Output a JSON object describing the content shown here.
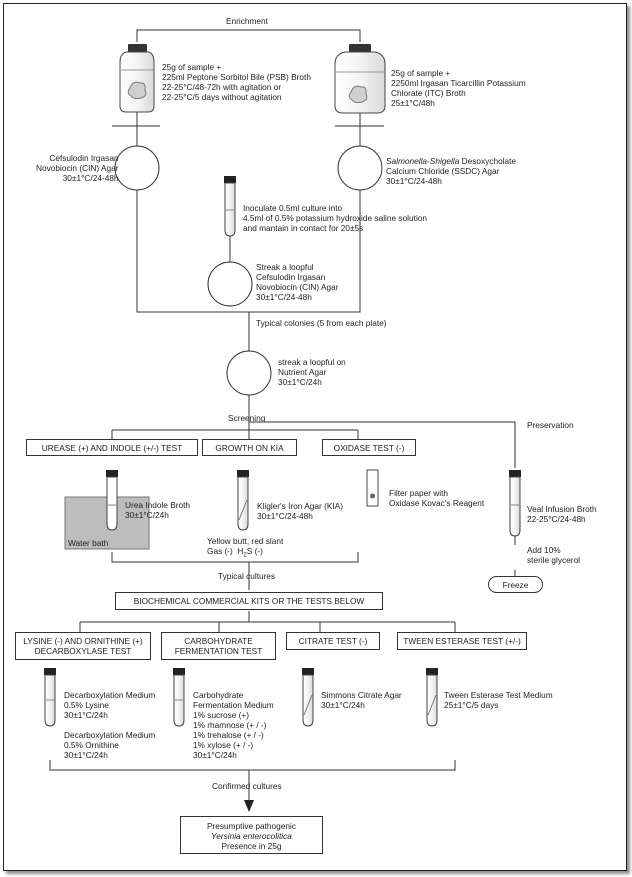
{
  "enrichment": "Enrichment",
  "psb": {
    "l1": "25g of sample +",
    "l2": "225ml Peptone Sorbitol Bile (PSB) Broth",
    "l3": "22-25°C/48-72h with agitation or",
    "l4": "22-25°C/5 days without agitation"
  },
  "itc": {
    "l1": "25g of sample +",
    "l2": "2250ml Irgasan Ticarcillin Potassium",
    "l3": "Chlorate (ITC) Broth",
    "l4": "25±1°C/48h"
  },
  "cin1": {
    "l1": "Cefsulodin Irgasan",
    "l2": "Novobiocin (CIN) Agar",
    "l3": "30±1°C/24-48h"
  },
  "ssdc": {
    "italic": "Salmonella-Shigella",
    "l1": " Desoxycholate",
    "l2": "Calcium Chloride (SSDC) Agar",
    "l3": "30±1°C/24-48h"
  },
  "koh": {
    "l1": "Inoculate 0.5ml culture into",
    "l2": "4.5ml of 0.5% potassium hydroxide saline solution",
    "l3": "and mantain in contact for 20±5s"
  },
  "cin2": {
    "l1": "Streak a loopful",
    "l2": "Cefsulodin Irgasan",
    "l3": "Novobiocin (CIN) Agar",
    "l4": "30±1°C/24-48h"
  },
  "typical_colonies": "Typical colonies (5 from each plate)",
  "nutrient": {
    "l1": "streak a loopful on",
    "l2": "Nutrient Agar",
    "l3": "30±1°C/24h"
  },
  "screening": "Screening",
  "preservation": "Preservation",
  "screen_boxes": {
    "urease": "UREASE (+)  AND  INDOLE (+/-) TEST",
    "kia": "GROWTH ON KIA",
    "oxidase": "OXIDASE TEST (-)"
  },
  "urea": {
    "l1": "Urea Indole Broth",
    "l2": "30±1°C/24h"
  },
  "water_bath": "Water bath",
  "kia": {
    "l1": "Kligler's Iron Agar (KIA)",
    "l2": "30±1°C/24-48h"
  },
  "filter": {
    "l1": "Filter paper with",
    "l2": "Oxidase Kovac's Reagent"
  },
  "kia_result": {
    "l1": "Yellow butt, red slant",
    "l2": "Gas (-)  H",
    "sub": "2",
    "l3": "S (-)"
  },
  "veal": {
    "l1": "Veal Infusion Broth",
    "l2": "22-25°C/24-48h"
  },
  "glycerol": {
    "l1": "Add 10%",
    "l2": "sterile glycerol"
  },
  "freeze": "Freeze",
  "typical_cultures": "Typical cultures",
  "biochem": "BIOCHEMICAL COMMERCIAL KITS OR THE TESTS BELOW",
  "tests": {
    "lysine_l1": "LYSINE (-) AND ORNITHINE (+)",
    "lysine_l2": "DECARBOXYLASE TEST",
    "carb_l1": "CARBOHYDRATE",
    "carb_l2": "FERMENTATION TEST",
    "citrate": "CITRATE TEST (-)",
    "tween": "TWEEN ESTERASE TEST (+/-)"
  },
  "decarb": {
    "l1": "Decarboxylation Medium",
    "l2": "0.5% Lysine",
    "l3": "30±1°C/24h",
    "l4": "Decarboxylation Medium",
    "l5": "0.5% Ornithine",
    "l6": "30±1°C/24h"
  },
  "carb": {
    "l1": "Carbohydrate",
    "l2": "Fermentation Medium",
    "l3": "1% sucrose (+)",
    "l4": "1% rhamnose (+ / -)",
    "l5": "1% trehalose (+ / -)",
    "l6": "1% xylose (+ / -)",
    "l7": "30±1°C/24h"
  },
  "simmons": {
    "l1": "Simmons Citrate Agar",
    "l2": "30±1°C/24h"
  },
  "tween_medium": {
    "l1": "Tween Esterase Test Medium",
    "l2": "25±1°C/5 days"
  },
  "confirmed": "Confirmed cultures",
  "final": {
    "l1": "Presumptive pathogenic",
    "l2": "Yersinia enterocolitica",
    "l3": "Presence in 25g"
  }
}
